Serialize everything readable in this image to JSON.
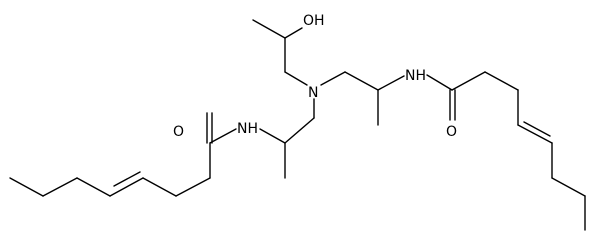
{
  "molecule": {
    "atom_labels": {
      "hydroxyl": "OH",
      "amine_n": "N",
      "amide_nh_left": "NH",
      "amide_nh_right": "NH",
      "carbonyl_o_left": "O",
      "carbonyl_o_right": "O"
    },
    "colors": {
      "bond": "#000000",
      "label": "#000000",
      "background": "#ffffff"
    }
  }
}
